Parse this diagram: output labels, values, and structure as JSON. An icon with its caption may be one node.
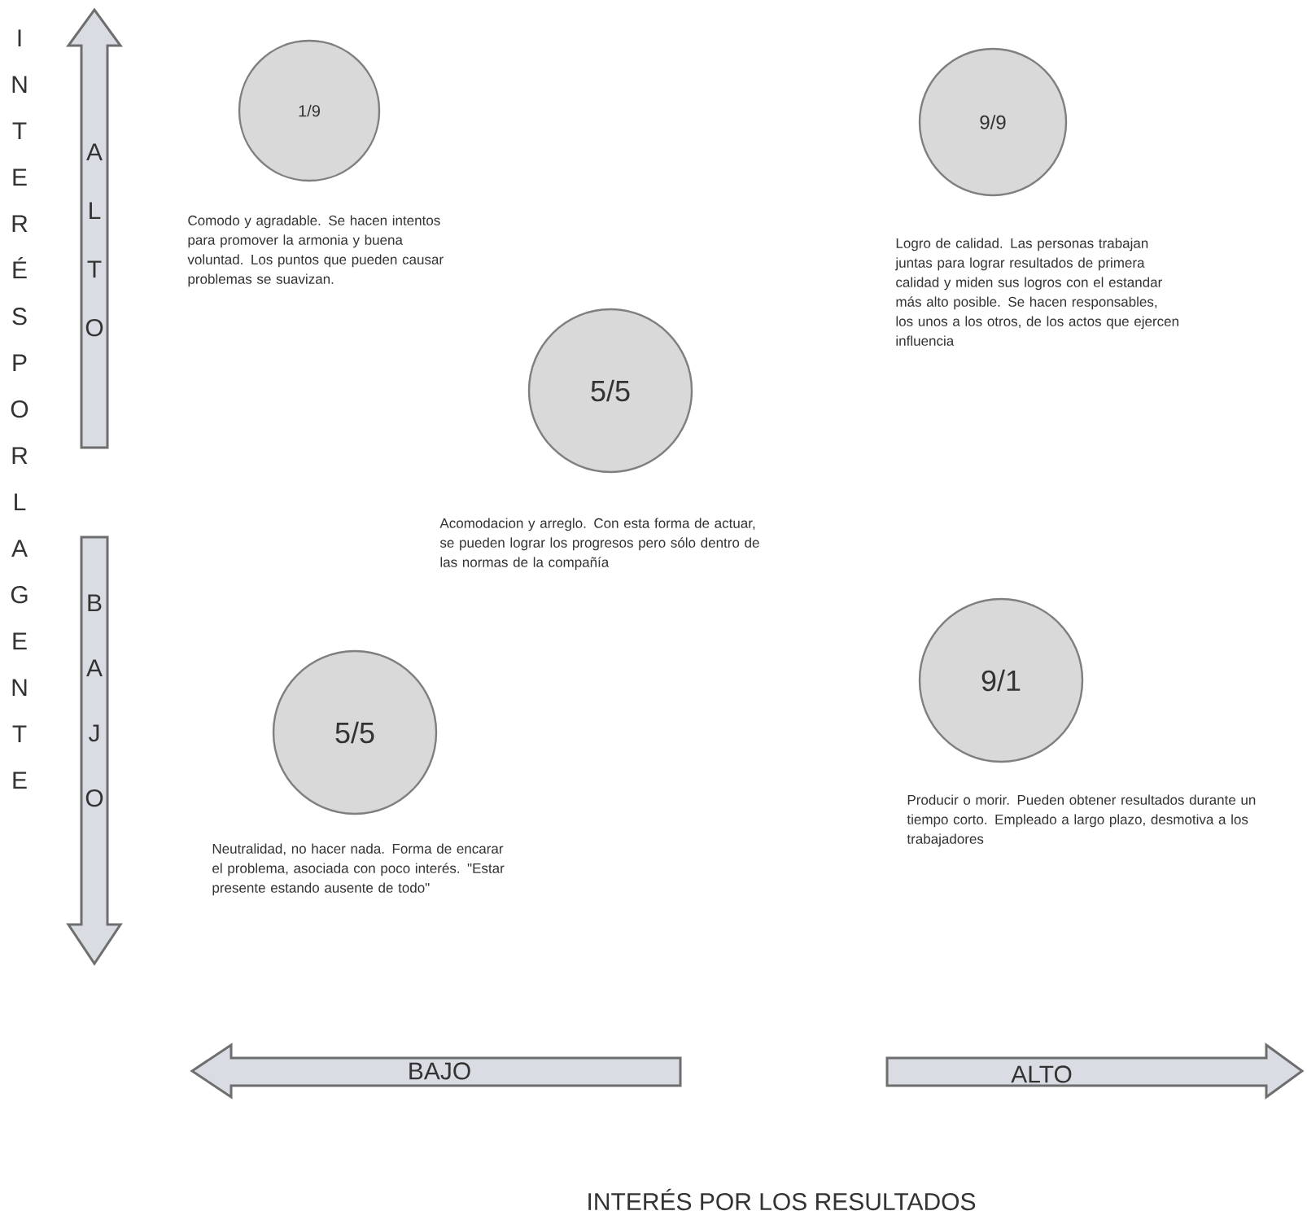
{
  "diagram": {
    "nodes": [
      {
        "text": [
          "1/9"
        ],
        "beside": [
          "Comodo y agradable. Se hacen intentos para promover la armonia y buena voluntad. Los puntos que pueden causar problemas se suavizan."
        ]
      },
      {
        "text": [
          "9/9"
        ],
        "beside": [
          "Logro de calidad. Las personas trabajan juntas para lograr resultados de primera calidad y miden sus logros con el estandar más alto posible. Se hacen responsables, los unos a los otros, de los actos que ejercen influencia"
        ]
      },
      {
        "text": [
          "5/5"
        ],
        "beside": [
          "Acomodacion y arreglo. Con esta forma de actuar, se pueden lograr los progresos pero sólo dentro de las normas de la compañía"
        ]
      },
      {
        "text": [
          "5/5"
        ],
        "beside": [
          "Neutralidad, no hacer nada. Forma de encarar el problema, asociada con poco interés. \"Estar presente estando ausente de todo\""
        ]
      },
      {
        "text": [
          "9/1"
        ],
        "beside": [
          "Producir o morir. Pueden obtener resultados durante un tiempo corto. Empleado a largo plazo, desmotiva a los trabajadores"
        ]
      }
    ],
    "labels": [
      "INTERÉS POR LA GENTE",
      "ALTO",
      "BAJO",
      "BAJO",
      "ALTO",
      "INTERÉS POR LOS RESULTADOS"
    ]
  }
}
